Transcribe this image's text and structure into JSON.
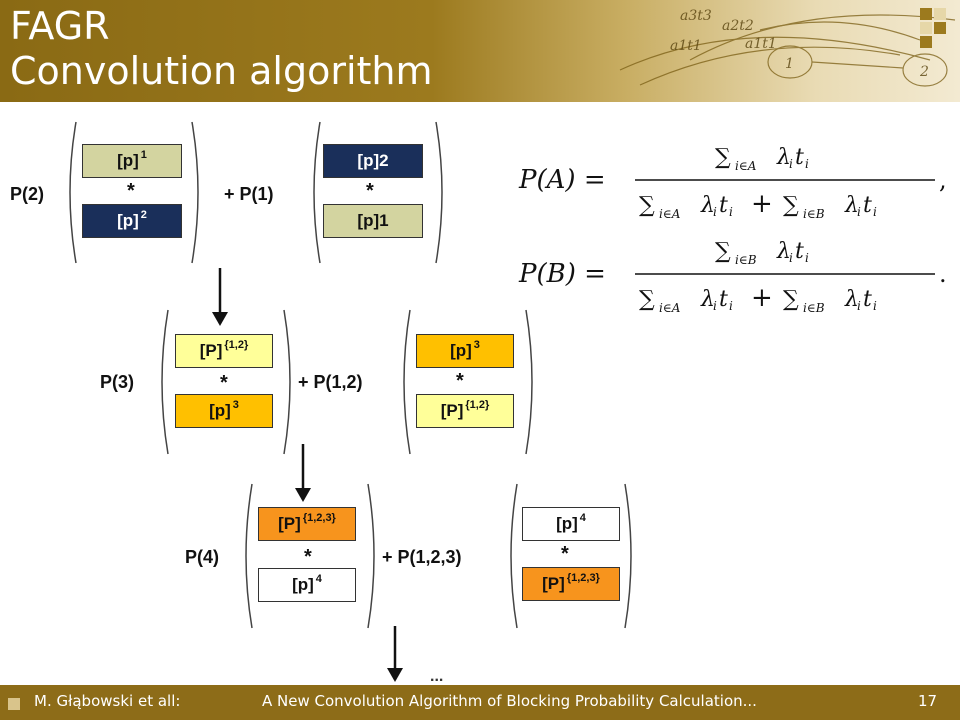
{
  "slide": {
    "title_line1": "FAGR",
    "title_line2": "Convolution algorithm",
    "footer": {
      "author": "M. Głąbowski et all:",
      "title": "A New Convolution Algorithm of Blocking Probability Calculation...",
      "page": "17"
    }
  },
  "header_art": {
    "labels": [
      "a3t3",
      "a2t2",
      "a1t1",
      "a1t1",
      "1",
      "2"
    ]
  },
  "row1": {
    "label_left": "P(2)",
    "label_mid": "+ P(1)",
    "left_top": {
      "base": "[p]",
      "sup": "1"
    },
    "left_bottom": {
      "base": "[p]",
      "sup": "2"
    },
    "right_top": {
      "base": "[p]2",
      "sup": ""
    },
    "right_bottom": {
      "base": "[p]1",
      "sup": ""
    },
    "op": "*"
  },
  "row2": {
    "label_left": "P(3)",
    "label_mid": "+ P(1,2)",
    "left_top": {
      "base": "[P]",
      "sup": "{1,2}"
    },
    "left_bottom": {
      "base": "[p]",
      "sup": "3"
    },
    "right_top": {
      "base": "[p]",
      "sup": "3"
    },
    "right_bottom": {
      "base": "[P]",
      "sup": "{1,2}"
    },
    "op": "*"
  },
  "row3": {
    "label_left": "P(4)",
    "label_mid": "+ P(1,2,3)",
    "left_top": {
      "base": "[P]",
      "sup": "{1,2,3}"
    },
    "left_bottom": {
      "base": "[p]",
      "sup": "4"
    },
    "right_top": {
      "base": "[p]",
      "sup": "4"
    },
    "right_bottom": {
      "base": "[P]",
      "sup": "{1,2,3}"
    },
    "op": "*"
  },
  "continuation": "...",
  "formulas": {
    "pa_lhs": "P(A) =",
    "pb_lhs": "P(B) =",
    "pa_num": "∑",
    "pa_num_sub": "i∈A",
    "pb_num_sub": "i∈B",
    "term": "λ",
    "term_t": "t",
    "term_i": "i",
    "den_plus": "+",
    "pa_end": ",",
    "pb_end": "."
  },
  "colors": {
    "header_brown": "#8a6a14",
    "olive_box": "#d3d4a0",
    "navy_box": "#1a2f5a",
    "pale_yellow_box": "#ffff99",
    "gold_box": "#ffc000",
    "orange_box": "#f7941d"
  }
}
